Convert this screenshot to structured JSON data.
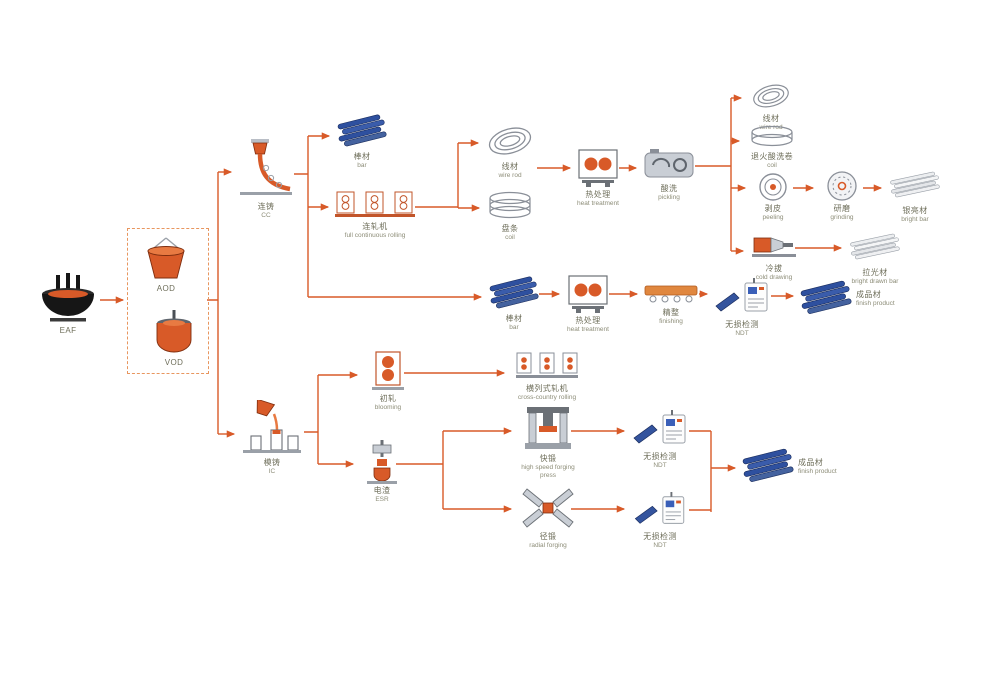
{
  "diagram": {
    "kind": "steel-production-process-flow",
    "colors": {
      "arrow": "#d85a28",
      "steel_blue": "#2e509f",
      "machine_gray": "#c9ced5"
    }
  },
  "nodes": {
    "eaf": {
      "en": "EAF"
    },
    "aod": {
      "en": "AOD"
    },
    "vod": {
      "en": "VOD"
    },
    "cc": {
      "cn": "连铸",
      "en": "CC"
    },
    "bar_top": {
      "cn": "棒材",
      "en": "bar"
    },
    "continuous_rolling": {
      "cn": "连轧机",
      "en": "full continuous rolling"
    },
    "wire_rod_1": {
      "cn": "线材",
      "en": "wire rod"
    },
    "coil": {
      "cn": "盘条",
      "en": "coil"
    },
    "heat_treatment_1": {
      "cn": "热处理",
      "en": "heat treatment"
    },
    "pickling": {
      "cn": "酸洗",
      "en": "pickling"
    },
    "wire_rod_2": {
      "cn": "线材",
      "en": "wire rod"
    },
    "annealed_coil": {
      "cn": "退火酸洗卷",
      "en": "coil"
    },
    "peeling": {
      "cn": "剥皮",
      "en": "peeling"
    },
    "grinding": {
      "cn": "研磨",
      "en": "grinding"
    },
    "bright_bar": {
      "cn": "银亮材",
      "en": "bright bar"
    },
    "cold_drawing": {
      "cn": "冷拔",
      "en": "cold drawing"
    },
    "drawn_bar": {
      "cn": "拉光材",
      "en": "bright drawn bar"
    },
    "bar_mid": {
      "cn": "棒材",
      "en": "bar"
    },
    "heat_treatment_2": {
      "cn": "热处理",
      "en": "heat treatment"
    },
    "finishing": {
      "cn": "精整",
      "en": "finishing"
    },
    "ndt_1": {
      "cn": "无损检测",
      "en": "NDT"
    },
    "finish_product_1": {
      "cn": "成品材",
      "en": "finish product"
    },
    "ic": {
      "cn": "模铸",
      "en": "IC"
    },
    "blooming": {
      "cn": "初轧",
      "en": "blooming"
    },
    "cross_country_rolling": {
      "cn": "横列式轧机",
      "en": "cross-country rolling"
    },
    "esr": {
      "cn": "电渣",
      "en": "ESR"
    },
    "forging_press": {
      "cn": "快锻",
      "en": "high speed forging press"
    },
    "ndt_2": {
      "cn": "无损检测",
      "en": "NDT"
    },
    "finish_product_2": {
      "cn": "成品材",
      "en": "finish product"
    },
    "radial_forging": {
      "cn": "径锻",
      "en": "radial forging"
    },
    "ndt_3": {
      "cn": "无损检测",
      "en": "NDT"
    }
  },
  "edges": [
    [
      "eaf",
      "aod_vod"
    ],
    [
      "aod_vod",
      "cc"
    ],
    [
      "aod_vod",
      "ic"
    ],
    [
      "cc",
      "bar_top"
    ],
    [
      "cc",
      "continuous_rolling"
    ],
    [
      "cc",
      "bar_mid"
    ],
    [
      "continuous_rolling",
      "wire_rod_1"
    ],
    [
      "continuous_rolling",
      "coil"
    ],
    [
      "wire_rod_1",
      "heat_treatment_1"
    ],
    [
      "heat_treatment_1",
      "pickling"
    ],
    [
      "pickling",
      "wire_rod_2"
    ],
    [
      "pickling",
      "annealed_coil"
    ],
    [
      "pickling",
      "peeling"
    ],
    [
      "pickling",
      "cold_drawing"
    ],
    [
      "peeling",
      "grinding"
    ],
    [
      "grinding",
      "bright_bar"
    ],
    [
      "cold_drawing",
      "drawn_bar"
    ],
    [
      "bar_mid",
      "heat_treatment_2"
    ],
    [
      "heat_treatment_2",
      "finishing"
    ],
    [
      "finishing",
      "ndt_1"
    ],
    [
      "ndt_1",
      "finish_product_1"
    ],
    [
      "ic",
      "blooming"
    ],
    [
      "ic",
      "esr"
    ],
    [
      "blooming",
      "cross_country_rolling"
    ],
    [
      "esr",
      "forging_press"
    ],
    [
      "esr",
      "radial_forging"
    ],
    [
      "forging_press",
      "ndt_2"
    ],
    [
      "radial_forging",
      "ndt_3"
    ],
    [
      "ndt_2",
      "finish_product_2"
    ],
    [
      "ndt_3",
      "finish_product_2"
    ]
  ]
}
